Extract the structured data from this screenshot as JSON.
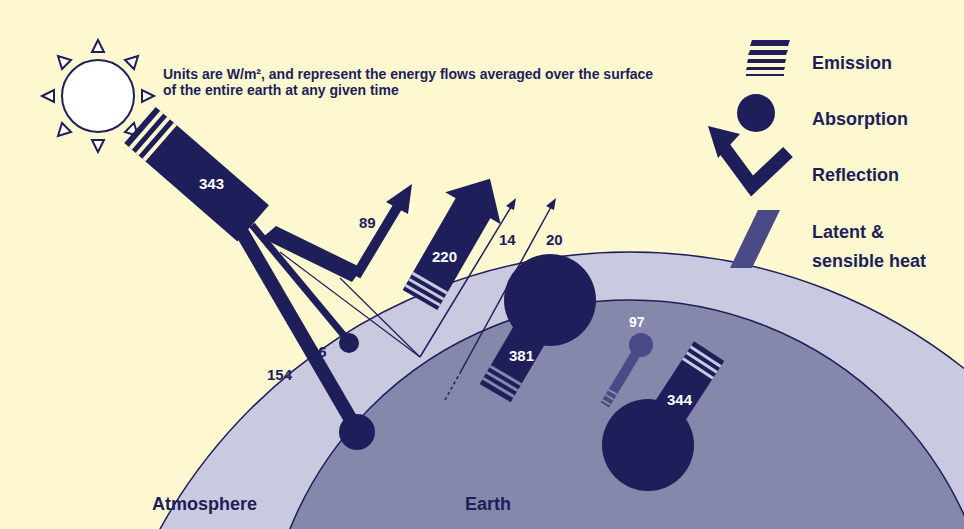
{
  "diagram": {
    "labels": [
      "Units are W/m², and represent the energy flows averaged over the surface of the entire earth at any given time",
      "343",
      "89",
      "220",
      "14",
      "20",
      "86",
      "154",
      "381",
      "97",
      "344",
      "Atmosphere",
      "Earth"
    ],
    "legend": [
      {
        "text": "Emission"
      },
      {
        "text": "Absorption"
      },
      {
        "text": "Reflection"
      },
      {
        "text": "Latent & sensible heat"
      }
    ]
  }
}
